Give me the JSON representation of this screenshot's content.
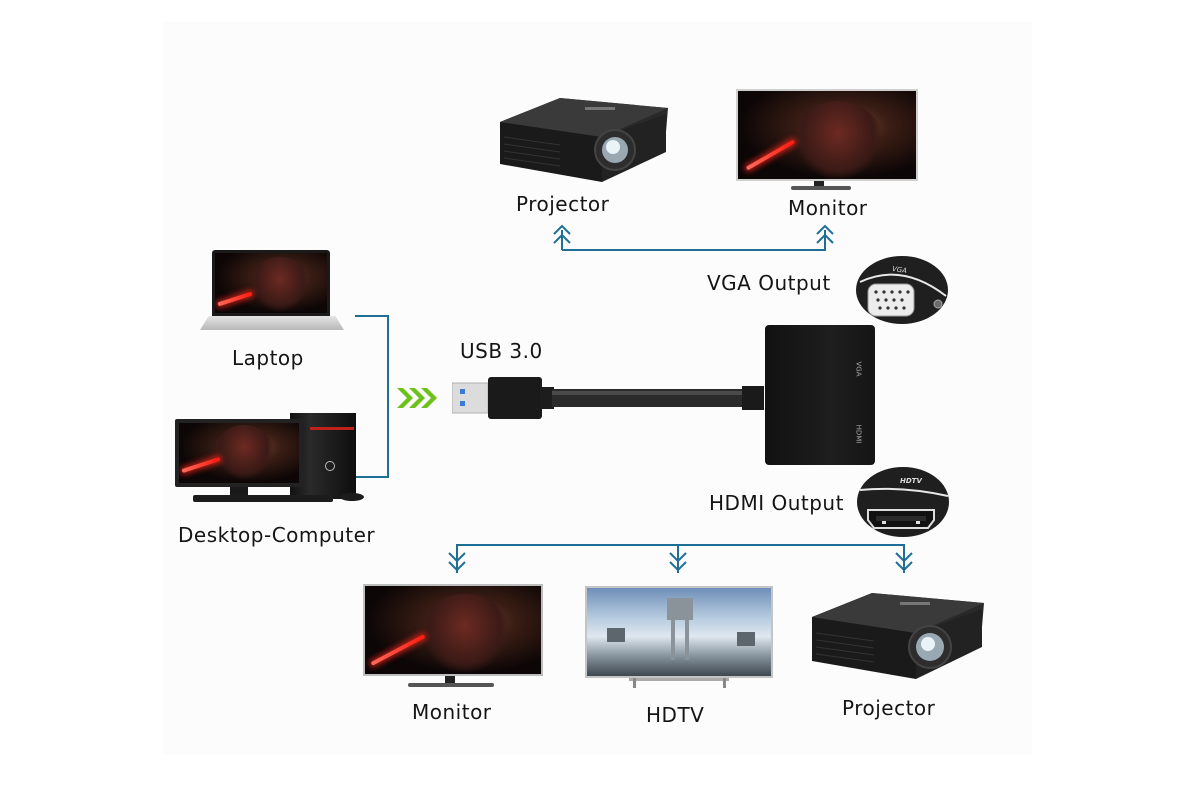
{
  "diagram": {
    "title_hidden": "",
    "sources": [
      {
        "label": "Laptop",
        "icon": "laptop-icon"
      },
      {
        "label": "Desktop-Computer",
        "icon": "desktop-computer-icon"
      }
    ],
    "input": {
      "label": "USB 3.0",
      "icon": "usb-connector-icon",
      "indicator": "green-chevrons-icon"
    },
    "adapter": {
      "port_labels": [
        "VGA",
        "HDMI"
      ],
      "icon": "usb-to-vga-hdmi-adapter-icon"
    },
    "vga": {
      "label": "VGA Output",
      "port_caption": "VGA",
      "targets": [
        {
          "label": "Projector",
          "icon": "projector-icon"
        },
        {
          "label": "Monitor",
          "icon": "monitor-icon"
        }
      ]
    },
    "hdmi": {
      "label": "HDMI Output",
      "port_caption": "HDTV",
      "targets": [
        {
          "label": "Monitor",
          "icon": "monitor-icon"
        },
        {
          "label": "HDTV",
          "icon": "hdtv-icon"
        },
        {
          "label": "Projector",
          "icon": "projector-icon"
        }
      ]
    },
    "colors": {
      "connector_line": "#1f6f94",
      "chevron_green": "#6cc21a",
      "device_black": "#1b1b1b",
      "label_text": "#151515"
    }
  }
}
